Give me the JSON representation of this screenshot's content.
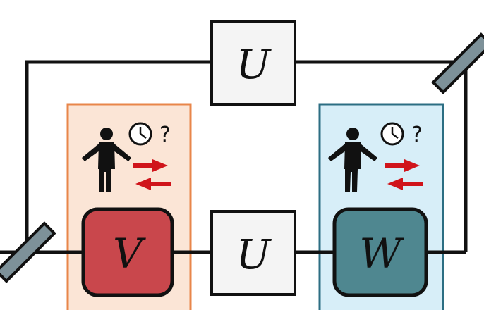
{
  "gates": {
    "top_u": "U",
    "bottom_u": "U",
    "v": "V",
    "w": "W"
  },
  "question_mark": "?",
  "colors": {
    "wire": "#111111",
    "gate_u_fill": "#f4f4f4",
    "gate_v_fill": "#c9474c",
    "gate_w_fill": "#4f8790",
    "panel_left_fill": "#fbe5d6",
    "panel_left_stroke": "#e8864a",
    "panel_right_fill": "#d7eef8",
    "panel_right_stroke": "#2c6e83",
    "mirror_fill": "#7d9199",
    "arrow_red": "#d0141b"
  },
  "icons": [
    "person-icon",
    "clock-icon",
    "swap-arrows-icon",
    "beam-splitter-icon"
  ]
}
